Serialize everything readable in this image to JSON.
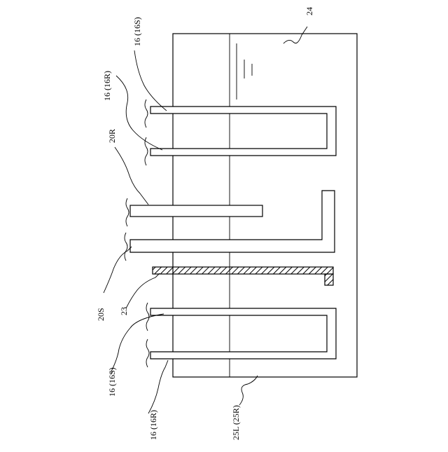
{
  "figure": {
    "labels": {
      "housing": "24",
      "top_rotor": "16 (16R)",
      "top_stator": "16 (16S)",
      "rotor_tab": "20R",
      "stator_tab": "20S",
      "spacer": "23",
      "bottom_stator": "16 (16S)",
      "bottom_rotor": "16 (16R)",
      "boundary_line": "25L (25R)"
    },
    "colors": {
      "ink": "#000000",
      "background": "#ffffff"
    }
  }
}
